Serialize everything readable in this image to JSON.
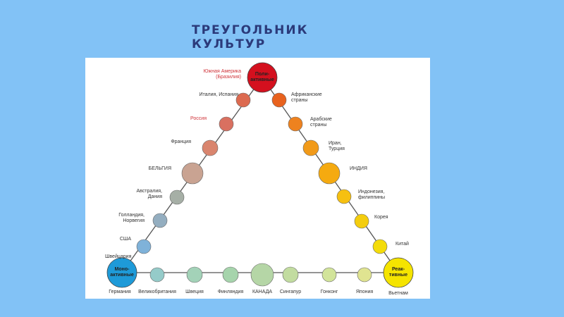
{
  "title": {
    "line1": "ТРЕУГОЛЬНИК",
    "line2": "КУЛЬТУР"
  },
  "vertices": {
    "top": {
      "inner": [
        "Поли-",
        "активные"
      ],
      "outer": [
        "Южная Америка",
        "(Бразилия)"
      ],
      "color": "#d4101e"
    },
    "left": {
      "inner": [
        "Моно-",
        "активные"
      ],
      "outer_top": "Швейцария",
      "outer_bottom": "Германия",
      "color": "#1e9ad8"
    },
    "right": {
      "inner": [
        "Реак-",
        "тивные"
      ],
      "outer_bottom": "Вьетнам",
      "color": "#f5e400"
    }
  },
  "left_side": [
    {
      "label": [
        "Италия, Испания"
      ],
      "color": "#dc6a50"
    },
    {
      "label": [
        "Россия"
      ],
      "color": "#d97060",
      "red": true
    },
    {
      "label": [
        "Франция"
      ],
      "color": "#d9856e"
    },
    {
      "label": [
        "БЕЛЬГИЯ"
      ],
      "color": "#c9a392"
    },
    {
      "label": [
        "Австралия,",
        "Дания"
      ],
      "color": "#a6afa6"
    },
    {
      "label": [
        "Голландия,",
        "Норвегия"
      ],
      "color": "#94aec0"
    },
    {
      "label": [
        "США"
      ],
      "color": "#7fb2d9"
    }
  ],
  "right_side": [
    {
      "label": [
        "Африканские",
        "страны"
      ],
      "color": "#e8621e"
    },
    {
      "label": [
        "Арабские",
        "страны"
      ],
      "color": "#ee821f"
    },
    {
      "label": [
        "Иран,",
        "Турция"
      ],
      "color": "#f19a19"
    },
    {
      "label": [
        "ИНДИЯ"
      ],
      "color": "#f5aa10"
    },
    {
      "label": [
        "Индонезия,",
        "филиппины"
      ],
      "color": "#f6c010"
    },
    {
      "label": [
        "Корея"
      ],
      "color": "#f4cd0e"
    },
    {
      "label": [
        "Китай"
      ],
      "color": "#f4dc0a"
    }
  ],
  "bottom_side": [
    {
      "label": [
        "Великобритания"
      ],
      "color": "#95cbc9"
    },
    {
      "label": [
        "Швеция"
      ],
      "color": "#a3d2b8"
    },
    {
      "label": [
        "Финляндия"
      ],
      "color": "#a6d4ac"
    },
    {
      "label": [
        "КАНАДА"
      ],
      "color": "#b5d6a6"
    },
    {
      "label": [
        "Сингапур"
      ],
      "color": "#c2dca0"
    },
    {
      "label": [
        "Гонконг"
      ],
      "color": "#d2e49a"
    },
    {
      "label": [
        "Япония"
      ],
      "color": "#e0e491"
    }
  ]
}
